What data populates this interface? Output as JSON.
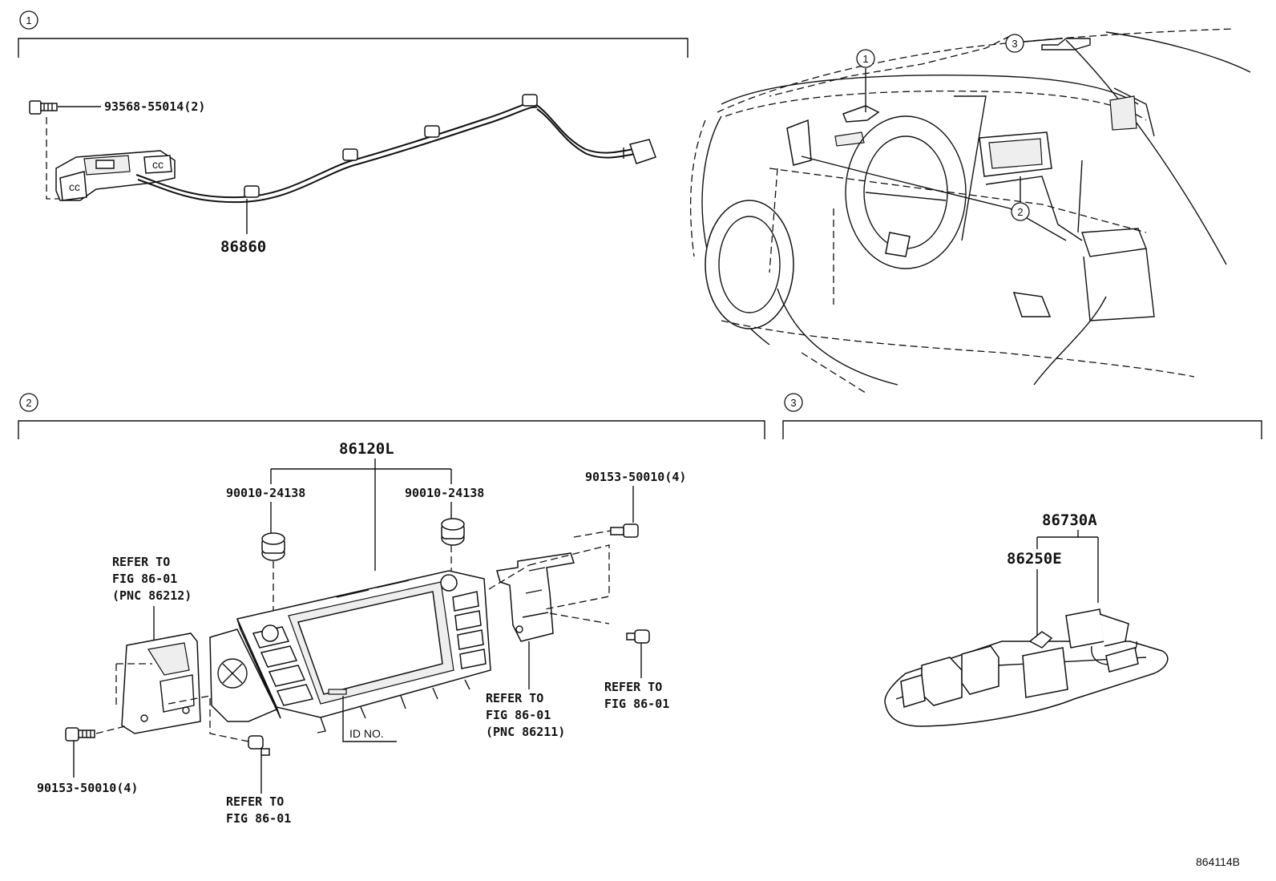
{
  "diagram": {
    "id_code": "864114B",
    "sections": [
      {
        "num": "1"
      },
      {
        "num": "2"
      },
      {
        "num": "3"
      }
    ],
    "callouts": [
      "1",
      "2",
      "3"
    ],
    "labels": {
      "s1_bolt": "93568-55014(2)",
      "s1_harness": "86860",
      "s2_display": "86120L",
      "s2_screw_left": "90010-24138",
      "s2_screw_right": "90010-24138",
      "s2_bolt_top_right": "90153-50010(4)",
      "s2_refer_left_1": "REFER TO",
      "s2_refer_left_2": "FIG 86-01",
      "s2_refer_left_3": "(PNC 86212)",
      "s2_refer_mid_1": "REFER TO",
      "s2_refer_mid_2": "FIG 86-01",
      "s2_refer_mid_3": "(PNC 86211)",
      "s2_refer_right_1": "REFER TO",
      "s2_refer_right_2": "FIG 86-01",
      "s2_refer_bottom_1": "REFER TO",
      "s2_refer_bottom_2": "FIG 86-01",
      "s2_bolt_bottom_left": "90153-50010(4)",
      "s2_id_no": "ID NO.",
      "s3_assembly": "86730A",
      "s3_module": "86250E"
    }
  }
}
